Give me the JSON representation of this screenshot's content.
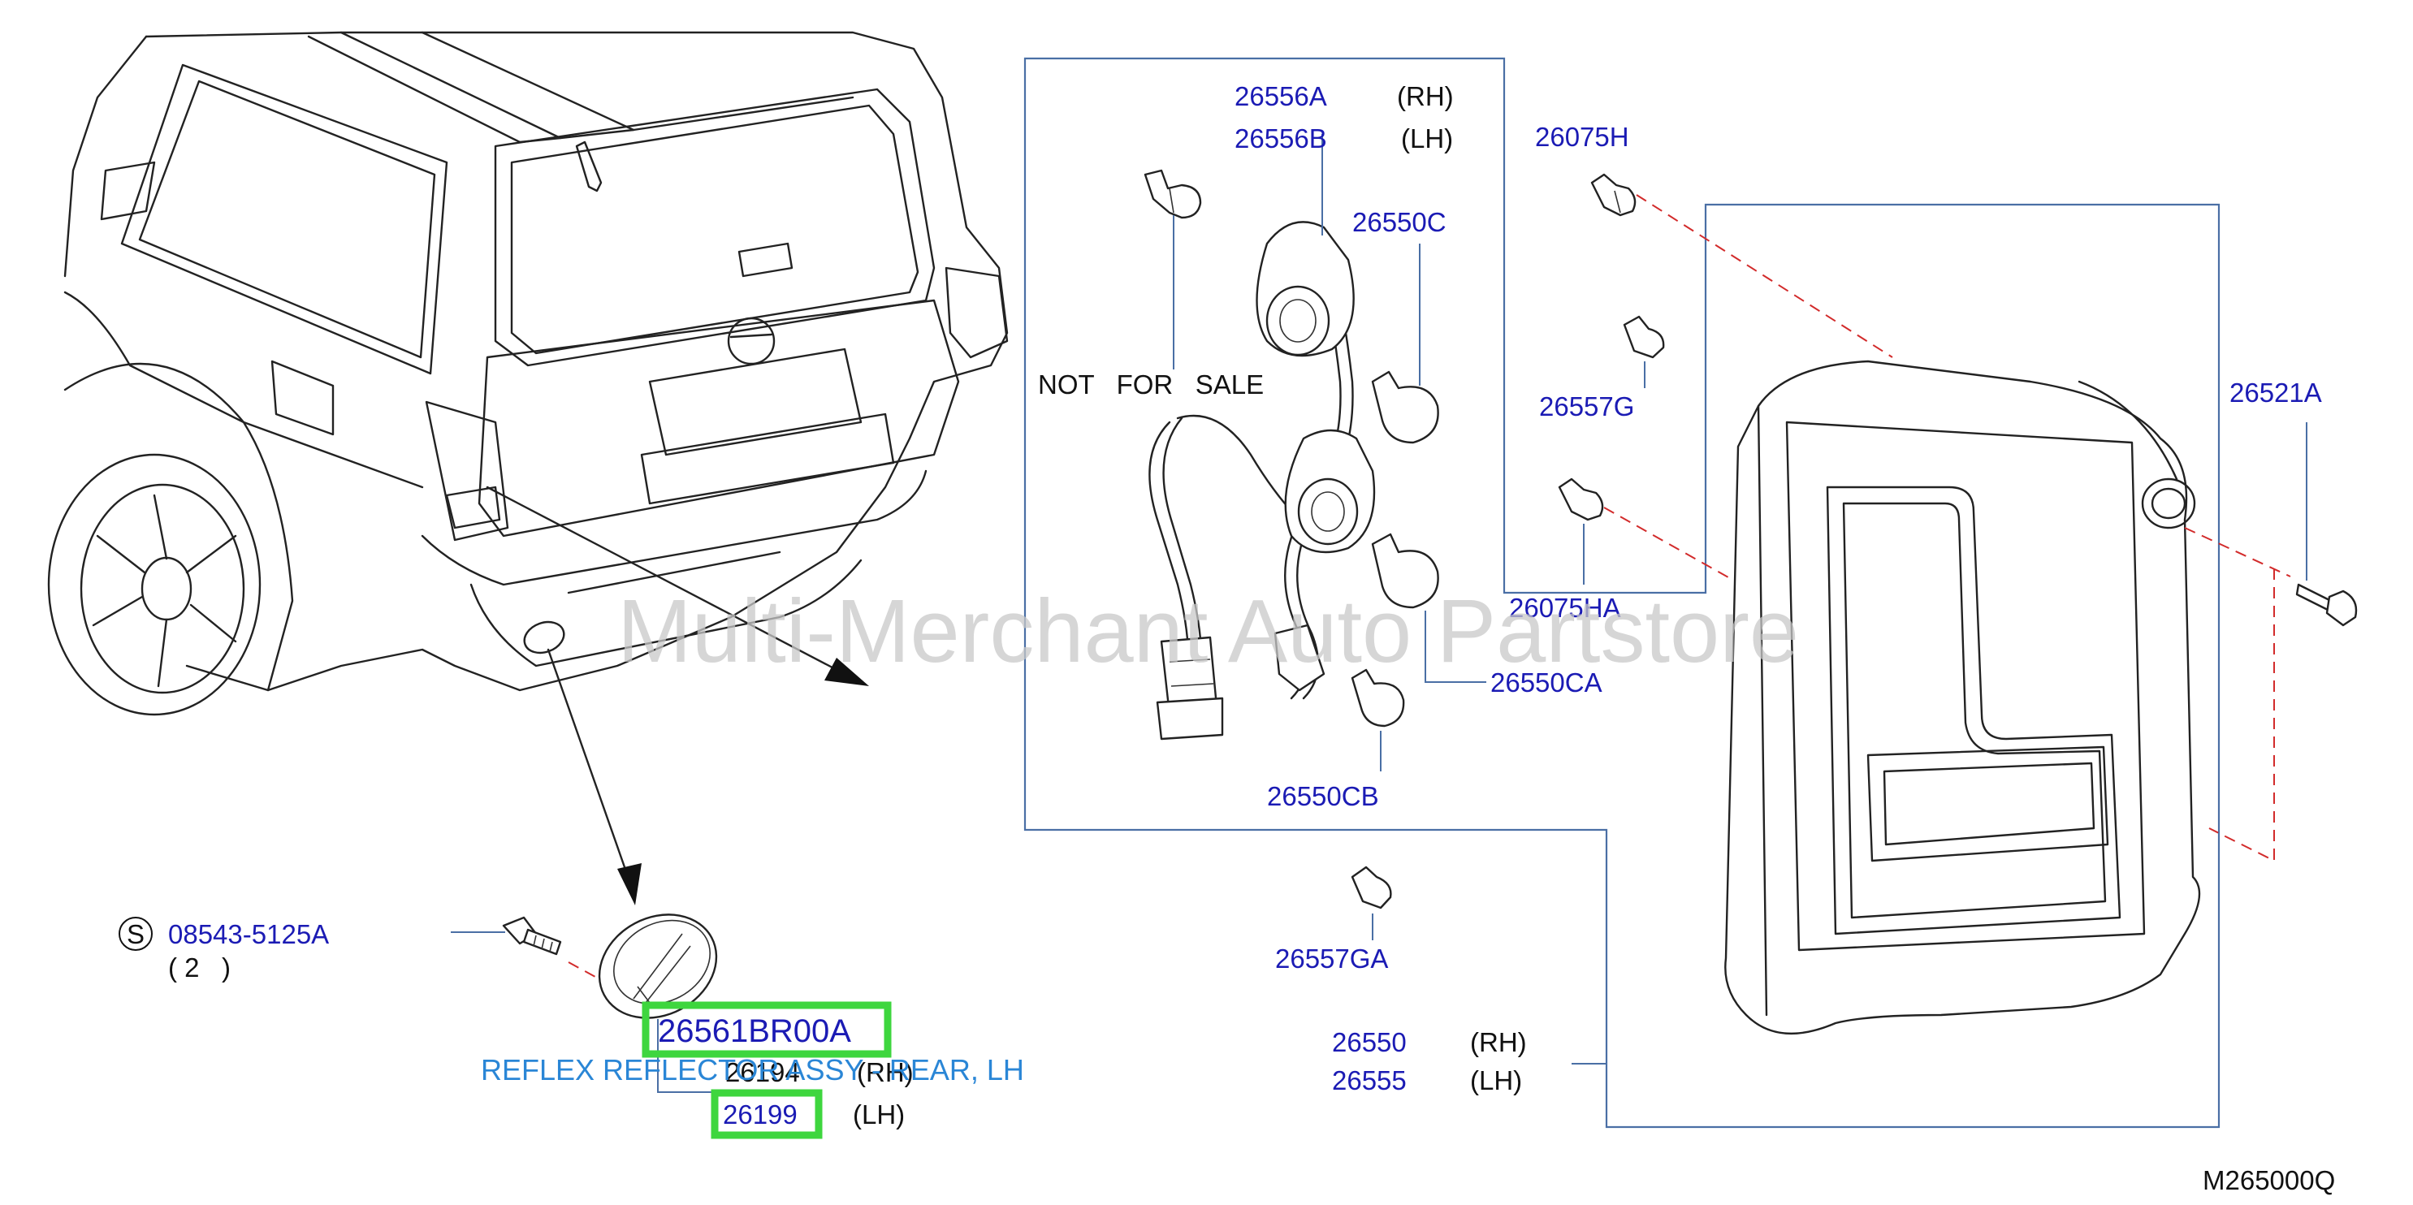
{
  "labels": {
    "p26556A": "26556A",
    "p26556A_side": "(RH)",
    "p26556B": "26556B",
    "p26556B_side": "(LH)",
    "p26550C": "26550C",
    "not_for_sale": "NOT   FOR   SALE",
    "p26550CA": "26550CA",
    "p26550CB": "26550CB",
    "p26075H": "26075H",
    "p26557G": "26557G",
    "p26075HA": "26075HA",
    "p26521A": "26521A",
    "p26557GA": "26557GA",
    "p26550": "26550",
    "p26550_side": "(RH)",
    "p26555": "26555",
    "p26555_side": "(LH)",
    "s_symbol": "S",
    "p08543": "08543-5125A",
    "qty": "( 2   )",
    "p26561": "26561BR00A",
    "reflex_desc": "REFLEX REFLECTOR ASSY - REAR, LH",
    "p26194": "26194",
    "p26194_side": "(RH)",
    "p26199": "26199",
    "p26199_side": "(LH)",
    "diagram_code": "M265000Q",
    "watermark": "Multi-Merchant Auto Partstore"
  },
  "colors": {
    "part_number": "#1b1bb4",
    "highlight": "#3ed63e",
    "box_lines": "#4a6fa5",
    "dashed_guides": "#d22b2b",
    "description": "#2a86d6"
  }
}
